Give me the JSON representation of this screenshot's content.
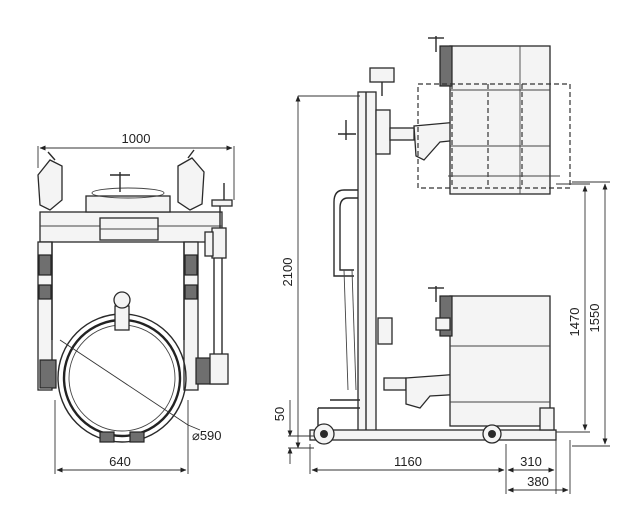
{
  "dimensions": {
    "front_width": "1000",
    "drum_diameter": "⌀590",
    "base_width": "640",
    "total_height": "2100",
    "bottom_clearance": "50",
    "lift_height_1": "1470",
    "lift_height_2": "1550",
    "base_length": "1160",
    "fork_reach": "310",
    "overall_reach": "380"
  },
  "colors": {
    "line": "#2a2a2a",
    "background": "#ffffff"
  }
}
